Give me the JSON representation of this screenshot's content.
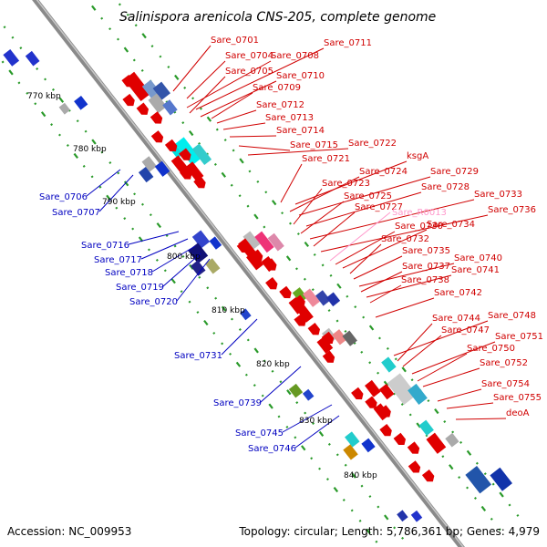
{
  "title": "Salinispora arenicola CNS-205, complete genome",
  "footer": {
    "accession": "Accession: NC_009953",
    "info": "Topology: circular; Length: 5,786,361 bp; Genes: 4,979"
  },
  "colors": {
    "red_label": "#d00000",
    "blue_label": "#0000c0",
    "pink_label": "#ff99cc",
    "backbone": "#8a8a8a",
    "tick": "#2a9a2a"
  },
  "kbp_labels": [
    "770 kbp",
    "780 kbp",
    "790 kbp",
    "800 kbp",
    "810 kbp",
    "820 kbp",
    "830 kbp",
    "840 kbp"
  ],
  "red_labels": [
    "Sare_0701",
    "Sare_0704",
    "Sare_0708",
    "Sare_0711",
    "Sare_0705",
    "Sare_0710",
    "Sare_0709",
    "Sare_0712",
    "Sare_0713",
    "Sare_0714",
    "Sare_0715",
    "Sare_0722",
    "Sare_0721",
    "ksgA",
    "Sare_0724",
    "Sare_0729",
    "Sare_0723",
    "Sare_0728",
    "Sare_0725",
    "Sare_0733",
    "Sare_0727",
    "Sare_0736",
    "Sare_0730",
    "Sare_0734",
    "Sare_0732",
    "Sare_0735",
    "Sare_0740",
    "Sare_0737",
    "Sare_0741",
    "Sare_0738",
    "Sare_0742",
    "Sare_0748",
    "Sare_0744",
    "Sare_0747",
    "Sare_0751",
    "Sare_0750",
    "Sare_0752",
    "Sare_0754",
    "Sare_0755",
    "deoA"
  ],
  "pink_labels": [
    "Sare_R0013"
  ],
  "blue_labels": [
    "Sare_0706",
    "Sare_0707",
    "Sare_0716",
    "Sare_0717",
    "Sare_0718",
    "Sare_0719",
    "Sare_0720",
    "Sare_0731",
    "Sare_0739",
    "Sare_0745",
    "Sare_0746"
  ]
}
